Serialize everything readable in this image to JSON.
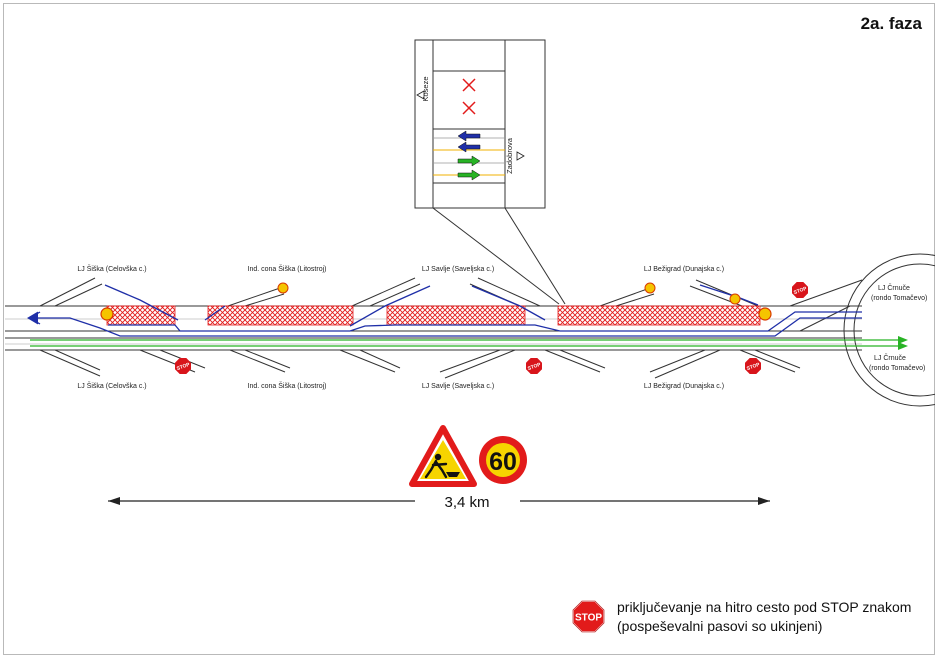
{
  "phase_title": "2a. faza",
  "distance_label": "3,4 km",
  "speed_limit": "60",
  "stop_text": "STOP",
  "inset": {
    "north_label": "Koseze",
    "south_label": "Zadobrova"
  },
  "junctions_top": [
    "LJ Šiška (Celovška c.)",
    "Ind. cona Šiška (Litostroj)",
    "LJ Savlje (Savelјska c.)",
    "LJ Bežigrad (Dunajska c.)"
  ],
  "junctions_bottom": [
    "LJ Šiška (Celovška c.)",
    "Ind. cona Šiška (Litostroj)",
    "LJ Savlje (Savelјska c.)",
    "LJ Bežigrad (Dunajska c.)"
  ],
  "roundabout_top": {
    "line1": "LJ Črnuče",
    "line2": "(rondo Tomačevo)"
  },
  "roundabout_bottom": {
    "line1": "LJ Črnuče",
    "line2": "(rondo Tomačevo)"
  },
  "legend": {
    "line1": "priključevanje na hitro cesto pod STOP znakom",
    "line2": "(pospeševalni pasovi so ukinjeni)"
  },
  "colors": {
    "closed_hatch": "#e21b1b",
    "westbound_arrow": "#1f2fa8",
    "eastbound_arrow": "#28b325",
    "signal_yellow": "#f5c400",
    "stop_red": "#d8151b"
  }
}
